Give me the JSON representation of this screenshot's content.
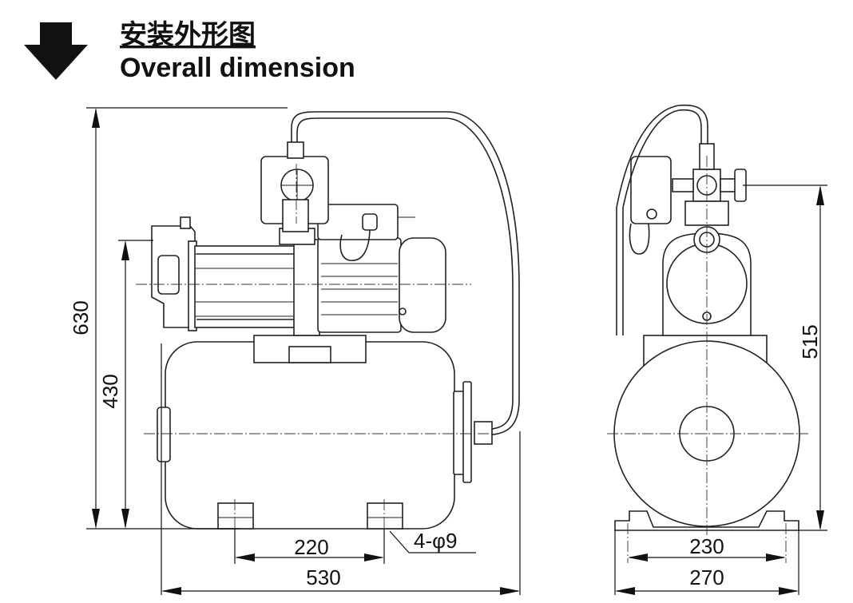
{
  "header": {
    "title_cn": "安装外形图",
    "title_en": "Overall dimension"
  },
  "colors": {
    "ink": "#111111",
    "background": "#ffffff"
  },
  "icons": {
    "header": "down-arrow-icon"
  },
  "dimensions": {
    "front": {
      "total_height": "630",
      "tank_axis_height": "430",
      "foot_spacing": "220",
      "total_length": "530",
      "mounting_holes": "4-φ9"
    },
    "side": {
      "outlet_height": "515",
      "foot_spacing": "230",
      "base_width": "270"
    }
  }
}
